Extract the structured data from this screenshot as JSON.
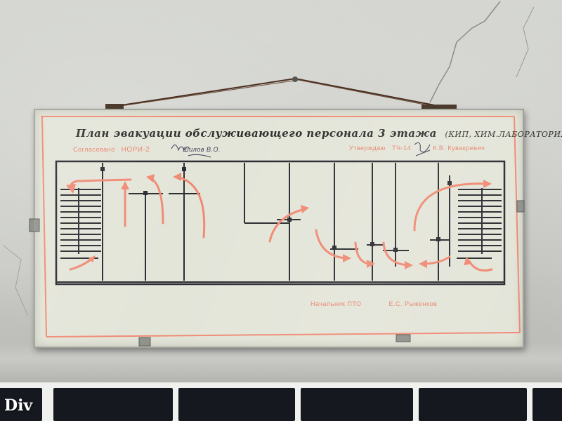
{
  "poster": {
    "title": "План эвакуации обслуживающего персонала 3 этажа",
    "subtitle": "(КИП, ХИМ.ЛАБОРАТОРИЯ)",
    "approved_left_label": "Согласовано",
    "approved_left_org": "НОРИ-2",
    "approved_left_name": "Шилов В.О.",
    "approved_right_label": "Утверждаю",
    "approved_right_org": "ТЧ-14",
    "approved_right_name": "К.В. Кувакревич",
    "chief_label": "Начальник ПТО",
    "chief_name": "Е.С. Рыженков"
  },
  "watermark": "Div",
  "colors": {
    "wall": "#cfd0cc",
    "paper": "#e4e5d9",
    "ink": "#2a2b30",
    "arrow": "#ef8a74"
  }
}
